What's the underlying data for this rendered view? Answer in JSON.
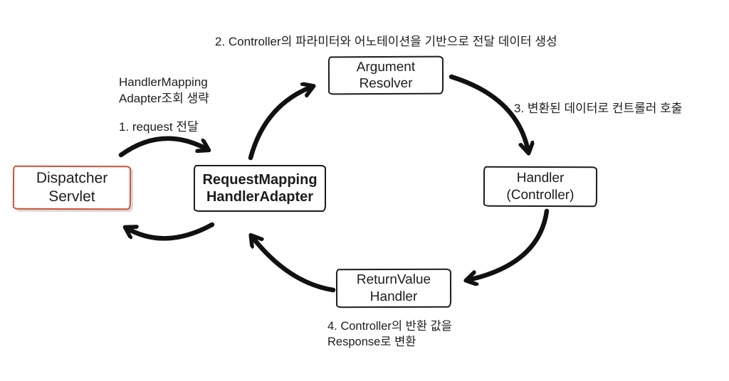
{
  "diagram": {
    "title_implied": "RequestMappingHandlerAdapter flow",
    "boxes": {
      "dispatcher_servlet": {
        "line1": "Dispatcher",
        "line2": "Servlet"
      },
      "requestmapping_handleradapter": {
        "line1": "RequestMapping",
        "line2": "HandlerAdapter"
      },
      "argument_resolver": {
        "line1": "Argument",
        "line2": "Resolver"
      },
      "handler_controller": {
        "line1": "Handler",
        "line2": "(Controller)"
      },
      "returnvalue_handler": {
        "line1": "ReturnValue",
        "line2": "Handler"
      }
    },
    "annotations": {
      "step2": "2. Controller의 파라미터와 어노테이션을 기반으로 전달 데이터 생성",
      "handler_mapping_line1": "HandlerMapping",
      "handler_mapping_line2": "Adapter조회 생략",
      "step1": "1. request 전달",
      "step3": "3. 변환된 데이터로 컨트롤러 호출",
      "step4_line1": "4. Controller의 반환 값을",
      "step4_line2": "Response로 변환"
    },
    "arrows": [
      {
        "name": "dispatcher-to-adapter",
        "label_ref": "step1"
      },
      {
        "name": "adapter-to-argument-resolver",
        "label_ref": ""
      },
      {
        "name": "argument-resolver-to-handler",
        "label_ref": "step3"
      },
      {
        "name": "handler-to-returnvalue",
        "label_ref": ""
      },
      {
        "name": "returnvalue-to-adapter",
        "label_ref": "step4"
      },
      {
        "name": "adapter-to-dispatcher",
        "label_ref": ""
      }
    ],
    "colors": {
      "background": "#ffffff",
      "box_border": "#1b1b1b",
      "dispatcher_border_accent": "#cf5138",
      "arrow": "#111111",
      "text": "#1c1c1c"
    }
  }
}
